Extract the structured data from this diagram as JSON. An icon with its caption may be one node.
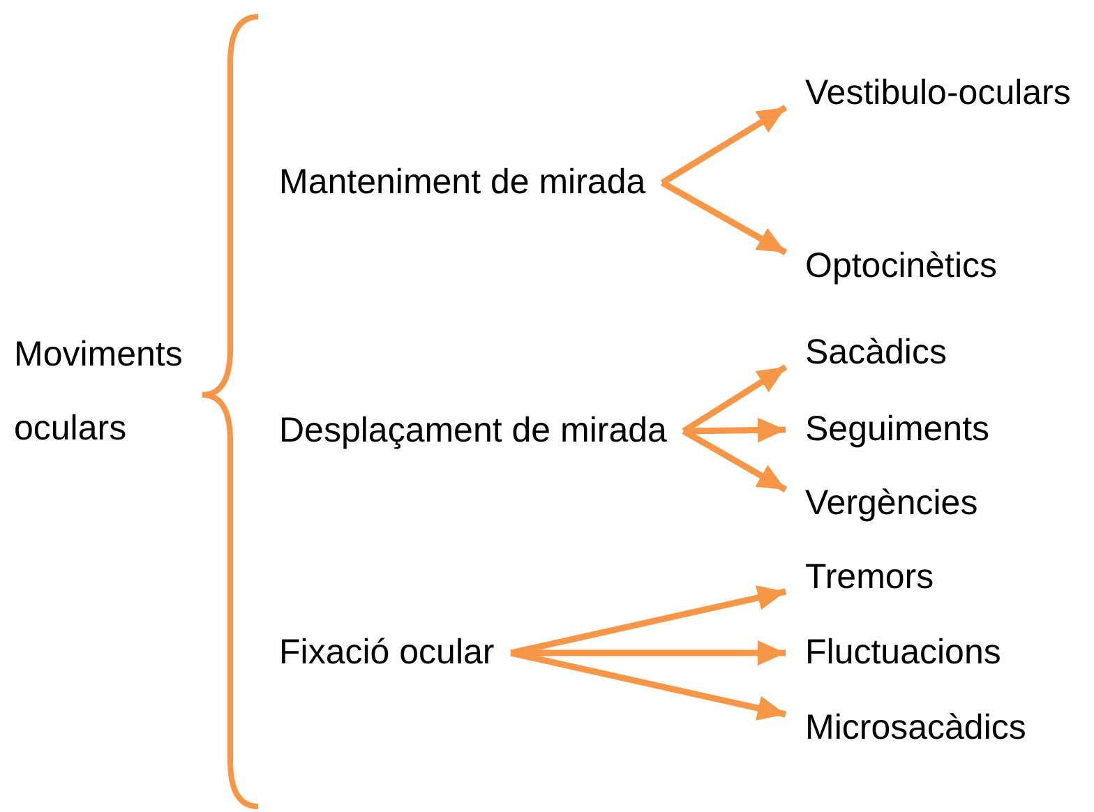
{
  "diagram": {
    "nodes": [
      {
        "text": [
          "Moviments oculars"
        ]
      },
      {
        "text": [
          "Manteniment de mirada"
        ]
      },
      {
        "text": [
          "Vestibulo-oculars"
        ]
      },
      {
        "text": [
          "Optocinètics"
        ]
      },
      {
        "text": [
          "Desplaçament de mirada"
        ]
      },
      {
        "text": [
          "Sacàdics"
        ]
      },
      {
        "text": [
          "Seguiments"
        ]
      },
      {
        "text": [
          "Vergències"
        ]
      },
      {
        "text": [
          "Fixació ocular"
        ]
      },
      {
        "text": [
          "Tremors"
        ]
      },
      {
        "text": [
          "Fluctuacions"
        ]
      },
      {
        "text": [
          "Microsacàdics"
        ]
      }
    ],
    "edges": [
      {
        "from": 1,
        "to": 2,
        "arrow": "to"
      },
      {
        "from": 1,
        "to": 3,
        "arrow": "to"
      },
      {
        "from": 4,
        "to": 5,
        "arrow": "to"
      },
      {
        "from": 4,
        "to": 6,
        "arrow": "to"
      },
      {
        "from": 4,
        "to": 7,
        "arrow": "to"
      },
      {
        "from": 8,
        "to": 9,
        "arrow": "to"
      },
      {
        "from": 8,
        "to": 10,
        "arrow": "to"
      },
      {
        "from": 8,
        "to": 11,
        "arrow": "to"
      }
    ]
  }
}
